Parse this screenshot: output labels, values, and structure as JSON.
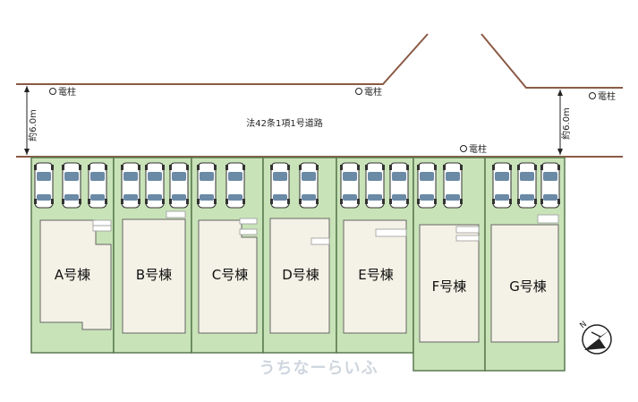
{
  "road": {
    "label": "法42条1項1号道路",
    "width_left": "約6.0m",
    "width_right": "約6.0m"
  },
  "poles": [
    {
      "label": "電柱"
    },
    {
      "label": "電柱"
    },
    {
      "label": "電柱"
    },
    {
      "label": "電柱"
    }
  ],
  "lots": [
    {
      "label": "A号棟",
      "cars": 3
    },
    {
      "label": "B号棟",
      "cars": 3
    },
    {
      "label": "C号棟",
      "cars": 2
    },
    {
      "label": "D号棟",
      "cars": 2
    },
    {
      "label": "E号棟",
      "cars": 3
    },
    {
      "label": "F号棟",
      "cars": 2
    },
    {
      "label": "G号棟",
      "cars": 3
    }
  ],
  "watermark": "うちなーらいふ",
  "compass": {
    "label": "N"
  },
  "colors": {
    "lot_green": "#c9e3b8",
    "lot_border": "#5a7a50",
    "house_fill": "#f4f1e6",
    "road_edge": "#8a5a44",
    "car_window": "#6a8aa6"
  }
}
